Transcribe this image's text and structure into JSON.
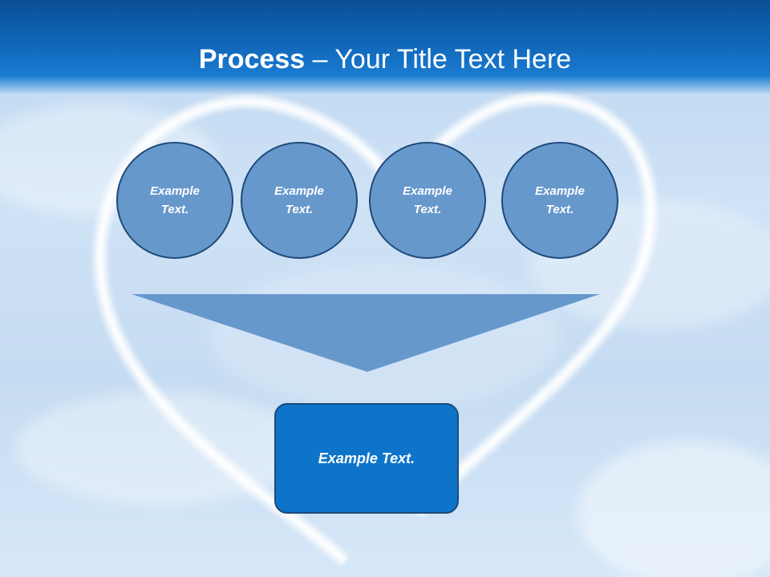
{
  "slide": {
    "title_bold": "Process",
    "title_rest": " – Your Title Text Here"
  },
  "circles": [
    {
      "line1": "Example",
      "line2": "Text."
    },
    {
      "line1": "Example",
      "line2": "Text."
    },
    {
      "line1": "Example",
      "line2": "Text."
    },
    {
      "line1": "Example",
      "line2": "Text."
    }
  ],
  "result": {
    "label": "Example Text."
  },
  "colors": {
    "title_bar": "#0f66b8",
    "circle_fill": "#6798cc",
    "circle_border": "#1f4a7a",
    "funnel_fill": "#6798cc",
    "result_fill": "#0d74c9",
    "sky": "#cfe2f6"
  }
}
